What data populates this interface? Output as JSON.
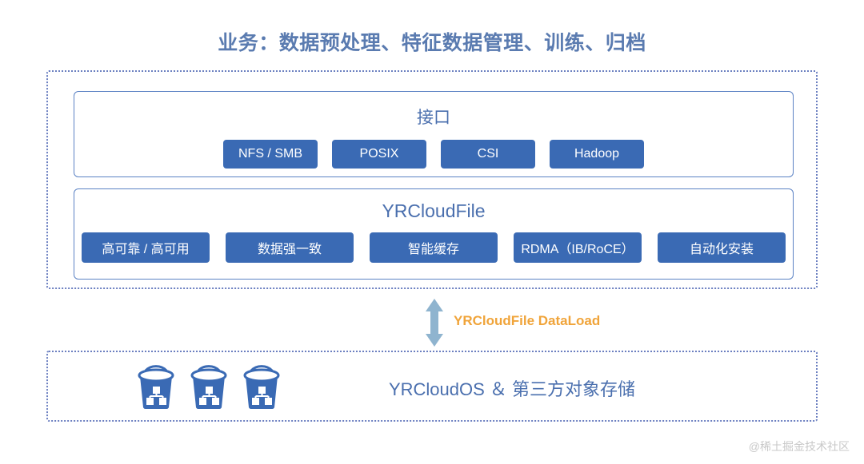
{
  "title": "业务：数据预处理、特征数据管理、训练、归档",
  "colors": {
    "title_text": "#5a7bb0",
    "chip_fill": "#3a6ab4",
    "chip_text": "#ffffff",
    "panel_border": "#5b82c4",
    "dashed_border": "#6b7fc0",
    "heading_text": "#4a6fae",
    "arrow": "#8fb4cf",
    "dataload_text": "#f0a43a",
    "bucket": "#3a6ab4",
    "watermark": "#c8c8c8"
  },
  "interface_panel": {
    "heading": "接口",
    "chips": [
      {
        "label": "NFS / SMB"
      },
      {
        "label": "POSIX"
      },
      {
        "label": "CSI"
      },
      {
        "label": "Hadoop"
      }
    ]
  },
  "yrcloudfile_panel": {
    "heading": "YRCloudFile",
    "chips": [
      {
        "label": "高可靠 / 高可用"
      },
      {
        "label": "数据强一致"
      },
      {
        "label": "智能缓存"
      },
      {
        "label": "RDMA（IB/RoCE）"
      },
      {
        "label": "自动化安装"
      }
    ]
  },
  "connector": {
    "label": "YRCloudFile DataLoad",
    "icon": "double-headed-vertical-arrow-icon"
  },
  "object_storage": {
    "label": "YRCloudOS ＆ 第三方对象存储",
    "bucket_icon": "storage-bucket-icon",
    "bucket_count": 3
  },
  "watermark": "@稀土掘金技术社区"
}
